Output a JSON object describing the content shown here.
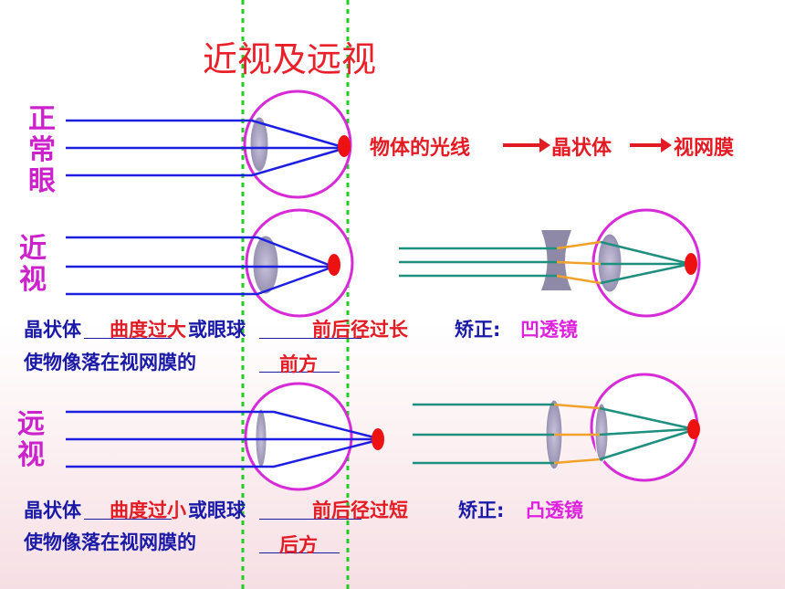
{
  "title": "近视及远视",
  "labels": {
    "normal_eye": [
      "正",
      "常",
      "眼"
    ],
    "myopia": [
      "近",
      "视"
    ],
    "hyperopia": [
      "远",
      "视"
    ]
  },
  "flow": {
    "step1": "物体的光线",
    "step2": "晶状体",
    "step3": "视网膜"
  },
  "myopia_text": {
    "line1_prefix": "晶状体",
    "line1_answer": "曲度过大",
    "line1_mid": "或眼球",
    "line1_answer2": "前后径过长",
    "correction_label": "矫正:",
    "correction_value": "凹透镜",
    "line2_prefix": "使物像落在视网膜的",
    "line2_answer": "前方"
  },
  "hyperopia_text": {
    "line1_prefix": "晶状体",
    "line1_answer": "曲度过小",
    "line1_mid": "或眼球",
    "line1_answer2": "前后径过短",
    "correction_label": "矫正:",
    "correction_value": "凸透镜",
    "line2_prefix": "使物像落在视网膜的",
    "line2_answer": "后方"
  },
  "colors": {
    "ray_blue": "#1e1ee0",
    "eyeball": "#d62bd6",
    "retina_dot": "#ee1111",
    "lens": "#9a94b4",
    "ray_teal": "#1f8f7f",
    "ray_orange": "#f2a12a",
    "guide_green": "#22cc22"
  }
}
